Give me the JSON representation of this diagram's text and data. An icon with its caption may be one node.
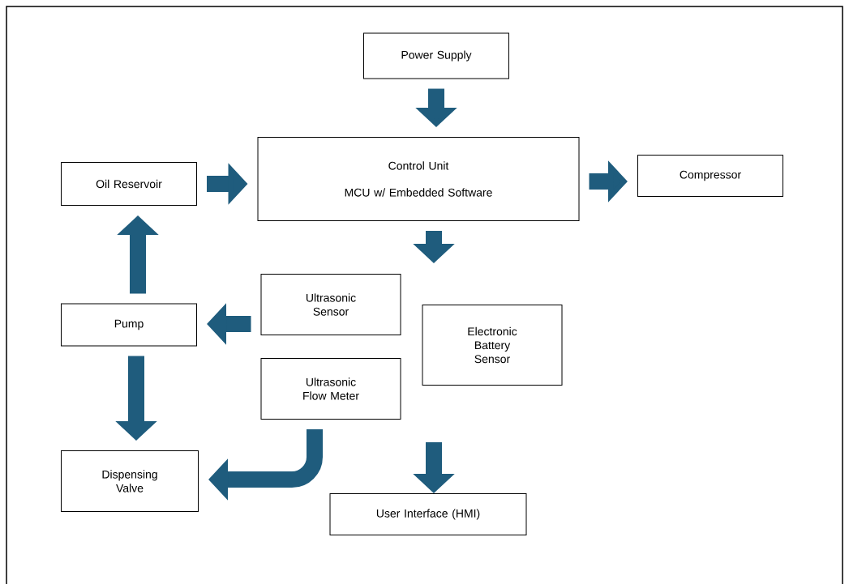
{
  "diagram": {
    "nodes": [
      {
        "text": [
          "Power Supply"
        ]
      },
      {
        "text": [
          "Control Unit",
          "MCU w/ Embedded Software"
        ]
      },
      {
        "text": [
          "Oil Reservoir"
        ]
      },
      {
        "text": [
          "Compressor"
        ]
      },
      {
        "text": [
          "Ultrasonic Sensor"
        ]
      },
      {
        "text": [
          "Pump"
        ]
      },
      {
        "text": [
          "Electronic Battery Sensor"
        ]
      },
      {
        "text": [
          "Ultrasonic Flow Meter"
        ]
      },
      {
        "text": [
          "Dispensing Valve"
        ]
      },
      {
        "text": [
          "User Interface (HMI)"
        ]
      }
    ],
    "edges": [
      {
        "from": 0,
        "to": 1,
        "arrow": "to"
      },
      {
        "from": 2,
        "to": 1,
        "arrow": "to"
      },
      {
        "from": 1,
        "to": 3,
        "arrow": "to"
      },
      {
        "from": 1,
        "to": null,
        "arrow": "to"
      },
      {
        "from": 4,
        "to": 5,
        "arrow": "to"
      },
      {
        "from": 5,
        "to": 2,
        "arrow": "to"
      },
      {
        "from": 5,
        "to": 8,
        "arrow": "to"
      },
      {
        "from": 7,
        "to": 8,
        "arrow": "to"
      },
      {
        "from": null,
        "to": 9,
        "arrow": "to"
      }
    ]
  }
}
